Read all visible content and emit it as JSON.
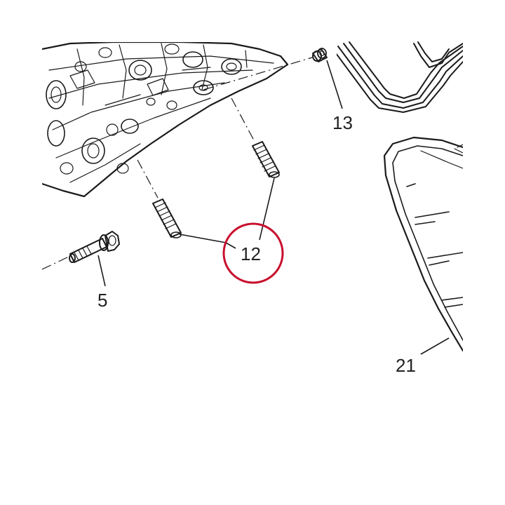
{
  "callouts": [
    {
      "id": "5",
      "label": "5"
    },
    {
      "id": "12",
      "label": "12"
    },
    {
      "id": "13",
      "label": "13"
    },
    {
      "id": "21",
      "label": "21"
    }
  ],
  "highlight": {
    "target": "12",
    "color": "#c8102e"
  }
}
